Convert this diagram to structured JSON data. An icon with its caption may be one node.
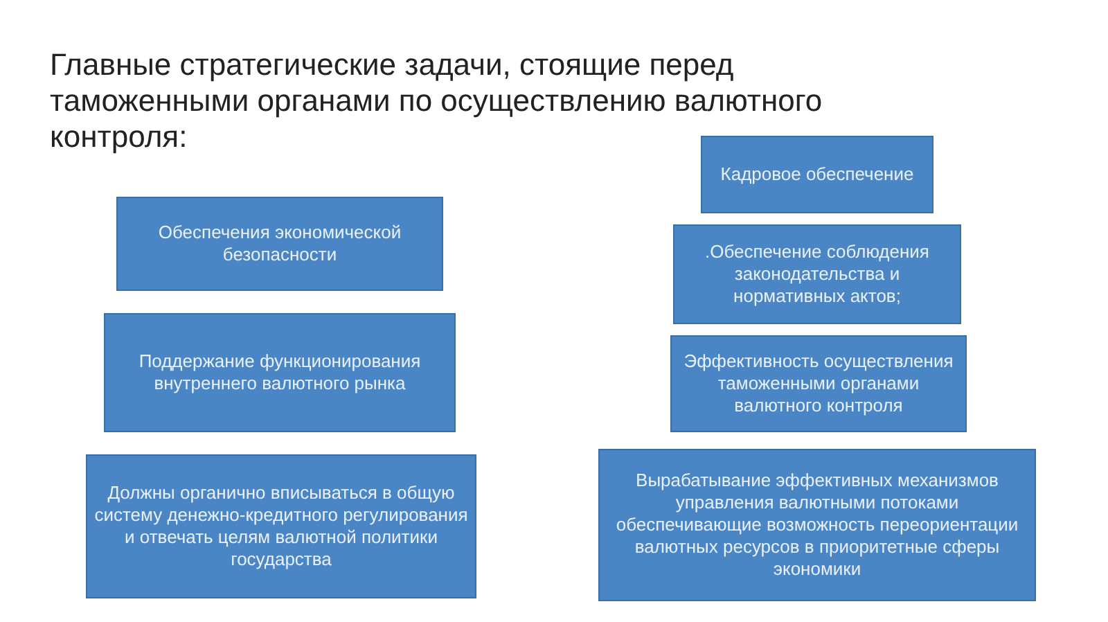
{
  "diagram": {
    "title": "Главные стратегические задачи, стоящие перед таможенными органами по осуществлению валютного контроля:",
    "nodes": [
      {
        "text": [
          "Обеспечения экономической безопасности"
        ]
      },
      {
        "text": [
          "Поддержание функционирования внутреннего валютного рынка"
        ]
      },
      {
        "text": [
          "Должны органично вписываться в общую систему денежно-кредитного регулирования и отвечать целям валютной политики государства"
        ]
      },
      {
        "text": [
          "Кадровое обеспечение"
        ]
      },
      {
        "text": [
          ".Обеспечение соблюдения законодательства и нормативных актов;"
        ]
      },
      {
        "text": [
          "Эффективность осуществления таможенными органами валютного контроля"
        ]
      },
      {
        "text": [
          "Вырабатывание эффективных механизмов управления валютными потоками обеспечивающие возможность переориентации валютных ресурсов в приоритетные сферы экономики"
        ]
      }
    ]
  }
}
